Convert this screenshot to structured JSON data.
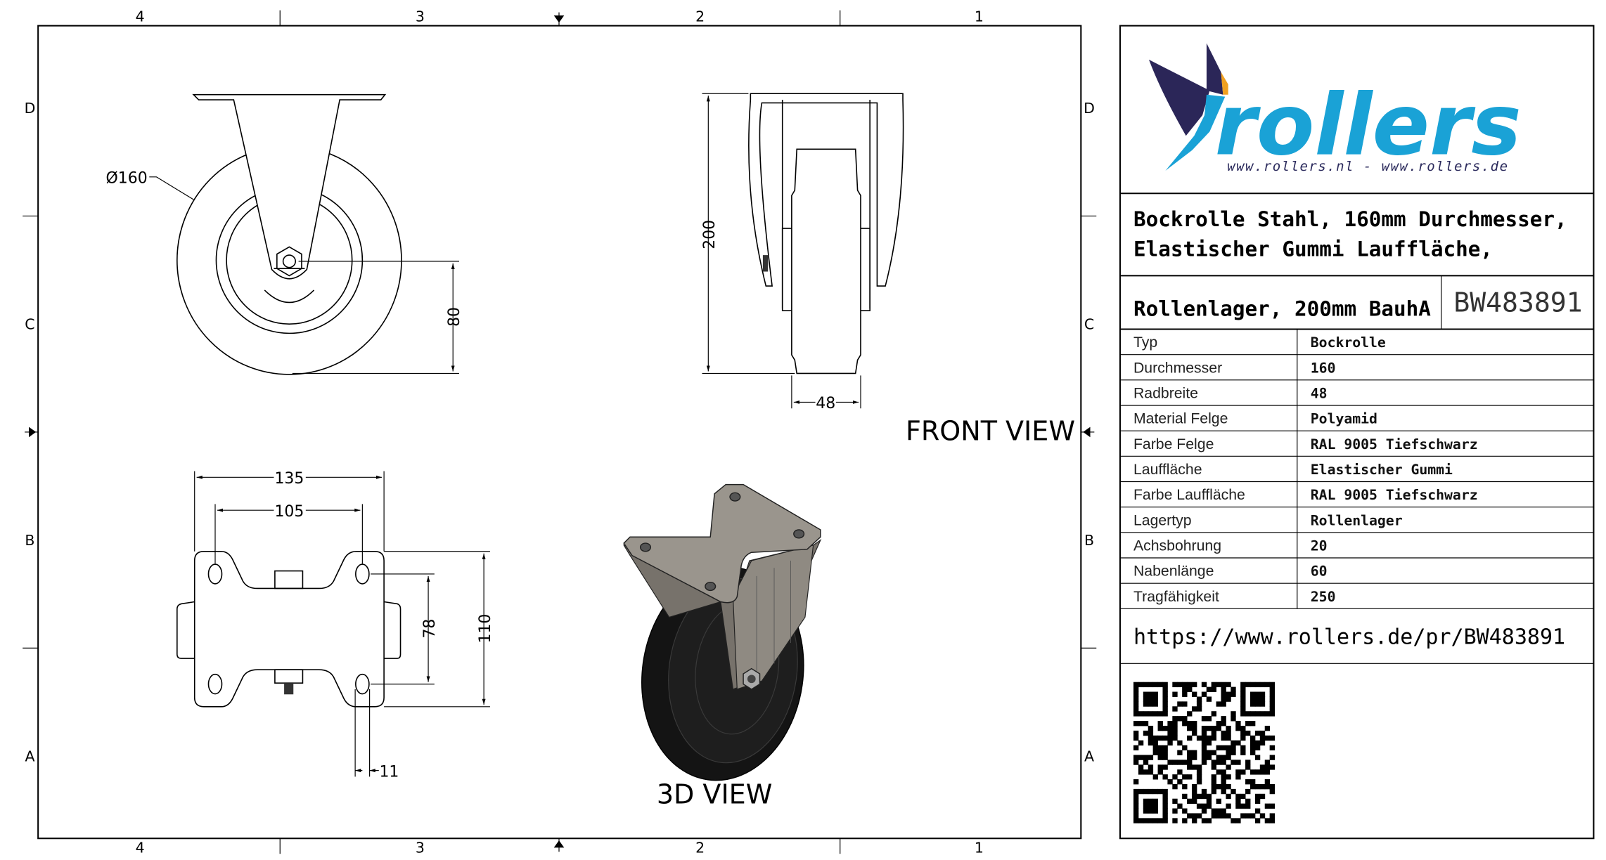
{
  "zones": {
    "columns": [
      "4",
      "3",
      "2",
      "1"
    ],
    "rows": [
      "D",
      "C",
      "B",
      "A"
    ]
  },
  "views": {
    "front_view_label": "FRONT VIEW",
    "three_d_label": "3D VIEW"
  },
  "dimensions": {
    "diameter": "Ø160",
    "axle_height": "80",
    "total_height": "200",
    "wheel_width": "48",
    "plate_width": "135",
    "hole_spacing_x": "105",
    "hole_spacing_y": "78",
    "plate_length": "110",
    "hole_size": "11"
  },
  "title_block": {
    "logo_text": "rollers",
    "logo_websites": "www.rollers.nl  -  www.rollers.de",
    "title_line1": "Bockrolle Stahl, 160mm Durchmesser,",
    "title_line2": "Elastischer Gummi Lauffläche,",
    "title_line3": "Rollenlager, 200mm BauhA",
    "part_number": "BW483891",
    "specs": [
      {
        "label": "Typ",
        "value": "Bockrolle"
      },
      {
        "label": "Durchmesser",
        "value": "160"
      },
      {
        "label": "Radbreite",
        "value": "48"
      },
      {
        "label": "Material Felge",
        "value": "Polyamid"
      },
      {
        "label": "Farbe Felge",
        "value": "RAL 9005 Tiefschwarz"
      },
      {
        "label": "Lauffläche",
        "value": "Elastischer Gummi"
      },
      {
        "label": "Farbe Lauffläche",
        "value": "RAL 9005 Tiefschwarz"
      },
      {
        "label": "Lagertyp",
        "value": "Rollenlager"
      },
      {
        "label": "Achsbohrung",
        "value": "20"
      },
      {
        "label": "Nabenlänge",
        "value": "60"
      },
      {
        "label": "Tragfähigkeit",
        "value": "250"
      }
    ],
    "url": "https://www.rollers.de/pr/BW483891"
  },
  "colors": {
    "logo_blue": "#1aa2d6",
    "logo_navy": "#2b2658",
    "logo_orange": "#f0a020",
    "bracket_grey": "#8a857e",
    "wheel_black": "#1a1a1a"
  }
}
